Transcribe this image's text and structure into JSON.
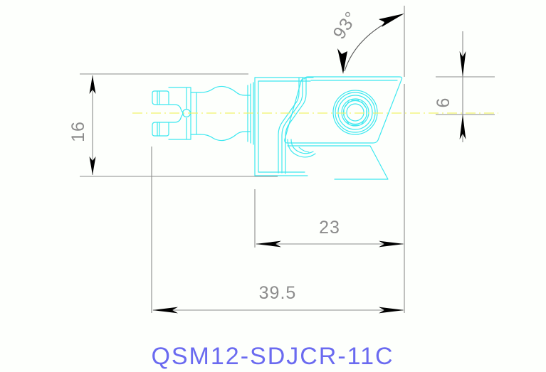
{
  "drawing": {
    "title": "QSM12-SDJCR-11C",
    "background_color": "#fdfffc",
    "geometry_color": "#3de8f0",
    "dimension_color": "#8c8c8c",
    "centerline_color": "#f2f26a",
    "title_color": "#6a6af0",
    "arrow_color": "#000000",
    "part_type": "indexable-turning-tool-head",
    "view": "side-profile"
  },
  "dimensions": {
    "height": {
      "label": "16",
      "name": "shank-height",
      "orientation": "vertical",
      "unit": "mm"
    },
    "insert_height": {
      "label": "6",
      "name": "insert-center-height",
      "orientation": "vertical",
      "unit": "mm"
    },
    "head_length": {
      "label": "23",
      "name": "head-length",
      "orientation": "horizontal",
      "unit": "mm"
    },
    "overall_length": {
      "label": "39.5",
      "name": "overall-length",
      "orientation": "horizontal",
      "unit": "mm"
    },
    "lead_angle": {
      "label": "93°",
      "name": "lead-angle",
      "orientation": "angular",
      "unit": "degrees"
    }
  },
  "chart_data": {
    "type": "table",
    "title": "QSM12-SDJCR-11C",
    "categories": [
      "16",
      "6",
      "23",
      "39.5",
      "93°"
    ],
    "values": [
      16,
      6,
      23,
      39.5,
      93
    ],
    "xlabel": "",
    "ylabel": "mm"
  }
}
